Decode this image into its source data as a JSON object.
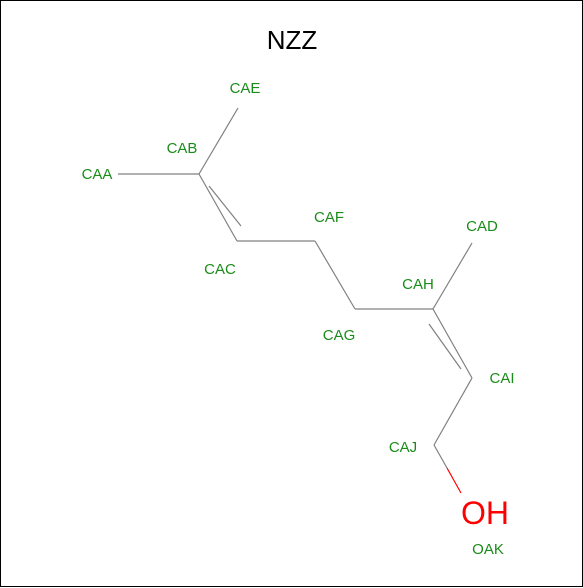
{
  "title": "NZZ",
  "colors": {
    "bond": "#808080",
    "label": "#1a8c1a",
    "oxygen": "#ff0000",
    "title": "#000000"
  },
  "atom_labels": [
    "CAA",
    "CAB",
    "CAC",
    "CAD",
    "CAE",
    "CAF",
    "CAG",
    "CAH",
    "CAI",
    "CAJ",
    "OAK"
  ],
  "element_labels": [
    "OH"
  ]
}
